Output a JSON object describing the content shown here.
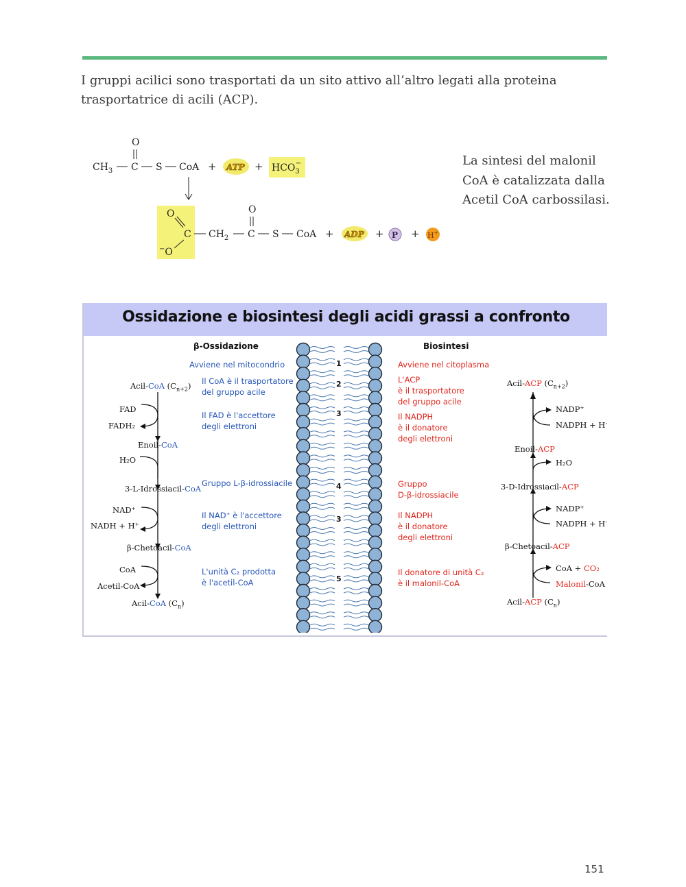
{
  "page": {
    "intro_text": "I gruppi acilici sono trasportati da un sito attivo all’altro legati alla proteina trasportatrice di acili (ACP).",
    "side_note": "La sintesi del malonil CoA è catalizzata dalla Acetil CoA carbossilasi.",
    "page_number": "151"
  },
  "reaction": {
    "oxygen": "O",
    "ch3": "CH",
    "ch3_sub": "3",
    "c": "C",
    "s": "S",
    "coa": "CoA",
    "plus": "+",
    "atp": "ATP",
    "hco3": "HCO",
    "hco3_sub": "3",
    "hco3_sup": "−",
    "ch2": "CH",
    "ch2_sub": "2",
    "minus_o": "O",
    "adp": "ADP",
    "p": "P",
    "h": "H",
    "h_sup": "+"
  },
  "comparison": {
    "title": "Ossidazione  e biosintesi degli acidi grassi a confronto",
    "left_head": "β-Ossidazione",
    "right_head": "Biosintesi",
    "left_notes": [
      "Avviene nel mitocondrio",
      "Il CoA è il trasportatore",
      "del gruppo acile",
      "Il FAD è l'accettore",
      "degli elettroni",
      "Gruppo L-β-idrossiacile",
      "Il NAD⁺ è l'accettore",
      "degli elettroni",
      "L'unità C₂ prodotta",
      "è l'acetil-CoA"
    ],
    "numbers": [
      "1",
      "2",
      "3",
      "4",
      "3",
      "5"
    ],
    "right_notes": [
      "Avviene nel citoplasma",
      "L'ACP",
      "è il trasportatore",
      "del gruppo acile",
      "Il NADPH",
      "è il donatore",
      "degli elettroni",
      "Gruppo",
      "D-β-idrossiacile",
      "Il NADPH",
      "è il donatore",
      "degli elettroni",
      "Il donatore di unità C₂",
      "è il malonil-CoA"
    ],
    "left_path": {
      "acil_coa_top": [
        "Acil-",
        "CoA",
        " (C",
        "n+2",
        ")"
      ],
      "fad": "FAD",
      "fadh2": "FADH₂",
      "enoil": [
        "Enoil-",
        "CoA"
      ],
      "h2o": "H₂O",
      "idrossiacil": [
        "3-L-Idrossiacil-",
        "CoA"
      ],
      "nad": "NAD⁺",
      "nadh": "NADH + H⁺",
      "chetoacil": [
        "β-Chetoacil-",
        "CoA"
      ],
      "coa": "CoA",
      "acetil_coa": "Acetil-CoA",
      "acil_coa_bottom": [
        "Acil-",
        "CoA",
        " (C",
        "n",
        ")"
      ]
    },
    "right_path": {
      "acil_acp_top": [
        "Acil-",
        "ACP",
        " (C",
        "n+2",
        ")"
      ],
      "nadp1": "NADP⁺",
      "nadph1": "NADPH + H⁺",
      "enoil": [
        "Enoil-",
        "ACP"
      ],
      "h2o": "H₂O",
      "idrossiacil": [
        "3-D-Idrossiacil-",
        "ACP"
      ],
      "nadp2": "NADP⁺",
      "nadph2": "NADPH + H⁺",
      "chetoacil": [
        "β-Chetoacil-",
        "ACP"
      ],
      "coa_co2": [
        "CoA + ",
        "CO₂"
      ],
      "malonil": [
        "Malonil",
        "-CoA"
      ],
      "acil_acp_bottom": [
        "Acil-",
        "ACP",
        " (C",
        "n",
        ")"
      ]
    },
    "colors": {
      "header": "#c6c8f6",
      "blue_text": "#2756b8",
      "red_text": "#e0261c",
      "bead": "#8fb3d6"
    }
  }
}
